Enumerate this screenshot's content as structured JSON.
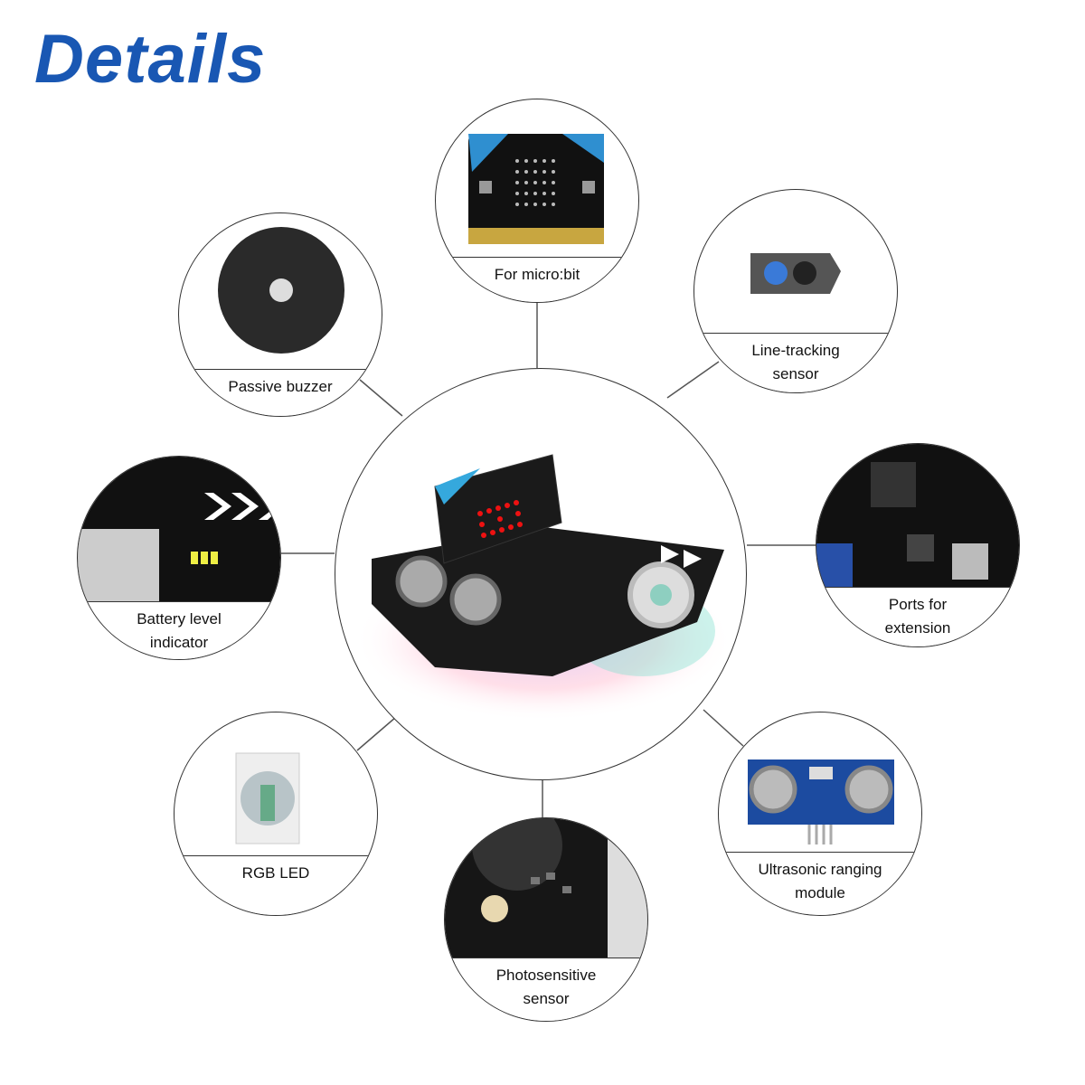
{
  "title": "Details",
  "accent_color": "#1957b3",
  "center": {
    "image": "microbit-robot-car"
  },
  "components": [
    {
      "id": "microbit",
      "lines": [
        "For micro:bit"
      ],
      "image": "microbit-board"
    },
    {
      "id": "buzzer",
      "lines": [
        "Passive buzzer"
      ],
      "image": "buzzer"
    },
    {
      "id": "line-tracking",
      "lines": [
        "Line-tracking",
        "sensor"
      ],
      "image": "line-tracking-sensor"
    },
    {
      "id": "battery",
      "lines": [
        "Battery level",
        "indicator"
      ],
      "image": "battery-indicator"
    },
    {
      "id": "ports",
      "lines": [
        "Ports for",
        "extension"
      ],
      "image": "extension-ports"
    },
    {
      "id": "rgb",
      "lines": [
        "RGB LED"
      ],
      "image": "rgb-led"
    },
    {
      "id": "ultrasonic",
      "lines": [
        "Ultrasonic ranging",
        "module"
      ],
      "image": "ultrasonic-module"
    },
    {
      "id": "photo",
      "lines": [
        "Photosensitive",
        "sensor"
      ],
      "image": "photosensitive-sensor"
    }
  ]
}
